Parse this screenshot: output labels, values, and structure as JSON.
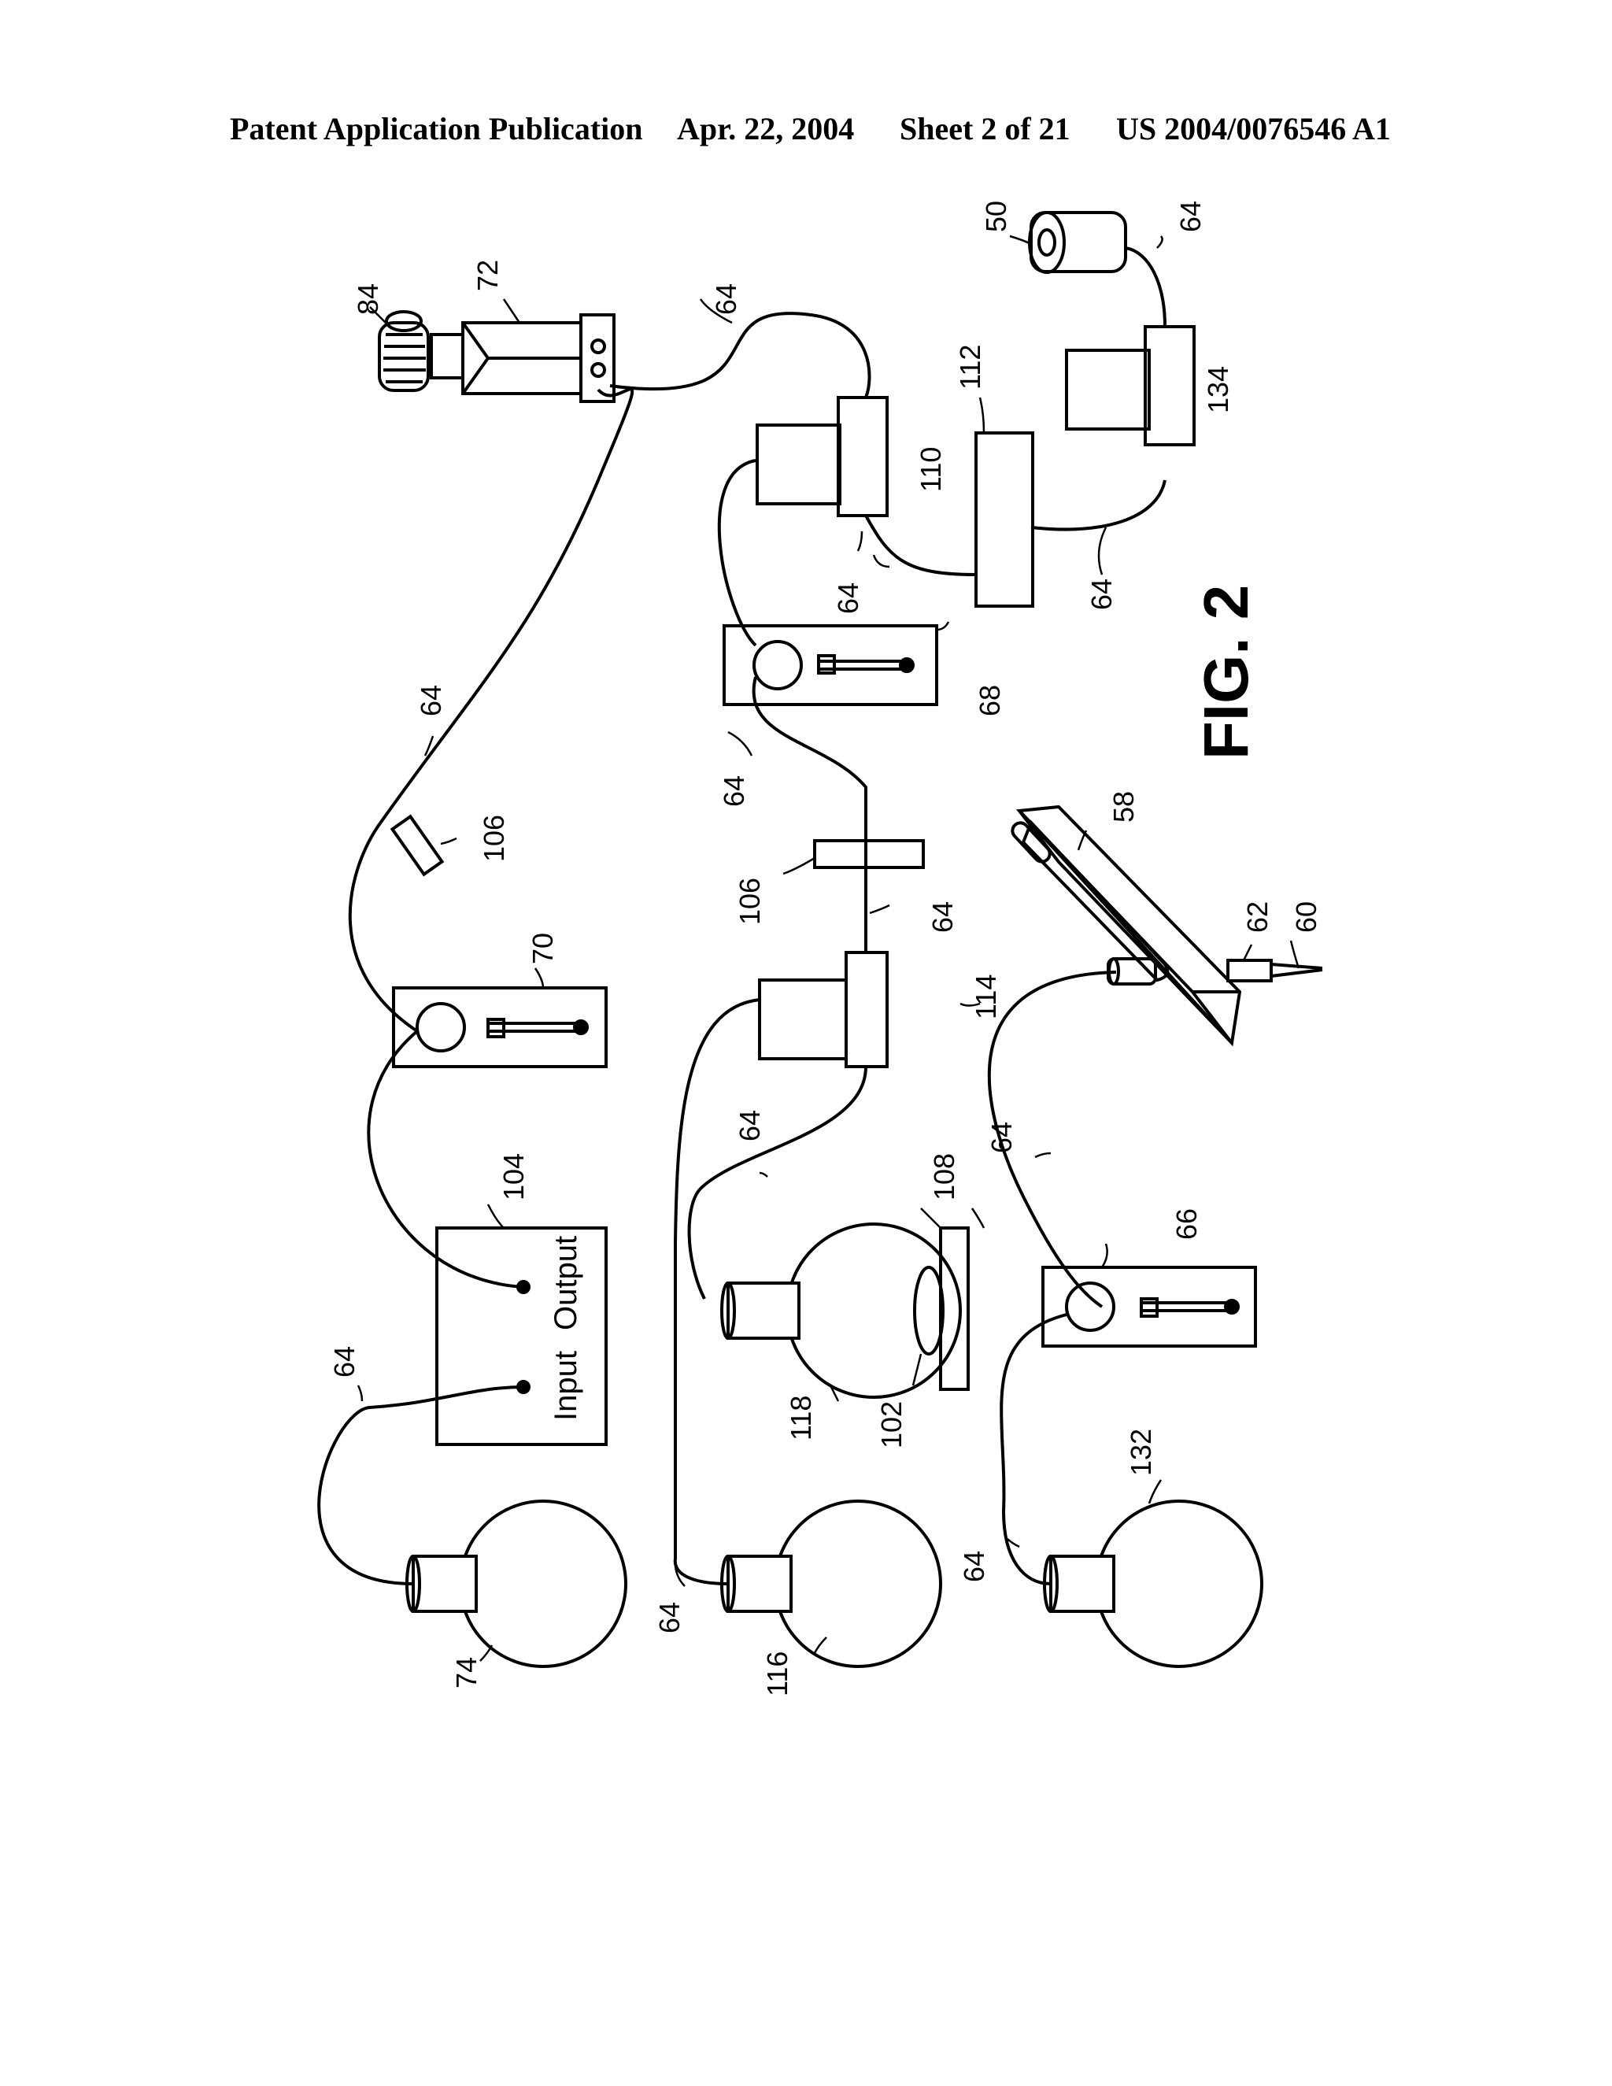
{
  "header": {
    "publication": "Patent Application Publication",
    "date": "Apr. 22, 2004",
    "sheet": "Sheet 2 of 21",
    "number": "US 2004/0076546 A1"
  },
  "figure": {
    "title": "FIG. 2",
    "box_104": {
      "input_label": "Input",
      "output_label": "Output"
    },
    "labels": {
      "l84": "84",
      "l72": "72",
      "l50": "50",
      "l64_a": "64",
      "l64_b": "64",
      "l112": "112",
      "l110": "110",
      "l134": "134",
      "l64_c": "64",
      "l64_d": "64",
      "l64_e": "64",
      "l68": "68",
      "l64_f": "64",
      "l106_a": "106",
      "l106_b": "106",
      "l70": "70",
      "l64_g": "64",
      "l114": "114",
      "l58": "58",
      "l62": "62",
      "l60": "60",
      "l104": "104",
      "l64_h": "64",
      "l108": "108",
      "l64_i": "64",
      "l66": "66",
      "l64_j": "64",
      "l118": "118",
      "l102": "102",
      "l132": "132",
      "l64_k": "64",
      "l74": "74",
      "l64_l": "64",
      "l116": "116"
    }
  }
}
